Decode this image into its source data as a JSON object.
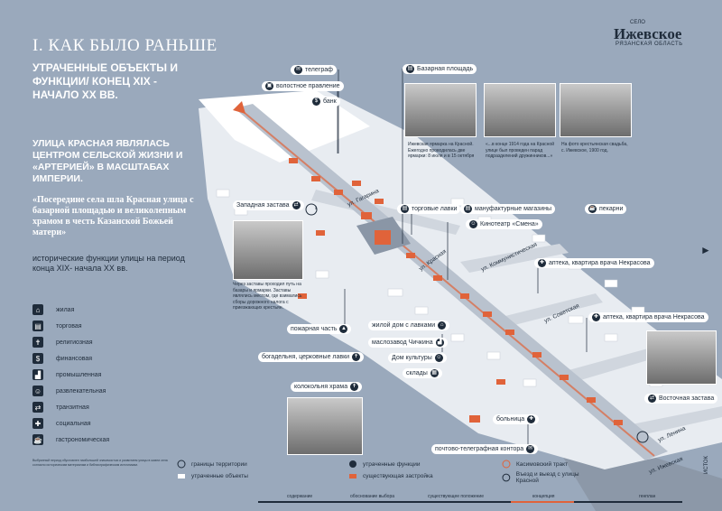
{
  "logo": {
    "small": "СЕЛО",
    "name": "Ижевское",
    "region": "РЯЗАНСКАЯ ОБЛАСТЬ"
  },
  "title": "I. КАК БЫЛО РАНЬШЕ",
  "subtitle": "УТРАЧЕННЫЕ ОБЪЕКТЫ И ФУНКЦИИ/ КОНЕЦ XIX - НАЧАЛО XX ВВ.",
  "intro": "УЛИЦА КРАСНАЯ ЯВЛЯЛАСЬ ЦЕНТРОМ СЕЛЬСКОЙ ЖИЗНИ И «АРТЕРИЕЙ» В МАСШТАБАХ ИМПЕРИИ.",
  "quote": "«Посередине села шла Красная улица с базарной площадью и великолепным храмом в честь Казанской Божьей матери»",
  "historic": "исторические функции улицы на период конца XIX- начала XX вв.",
  "legend": [
    "жилая",
    "торговая",
    "религиозная",
    "финансовая",
    "промышленная",
    "развлекательная",
    "транзитная",
    "социальная",
    "гастрономическая"
  ],
  "fineprint": "Выбранный период обусловлен наибольшей значимостью и развитием улицы в жизни села согласно историческим материалам и библиографическим источникам.",
  "labels": {
    "telegraph": "телеграф",
    "volost": "волостное правление",
    "bank": "банк",
    "bazaar": "Базарная площадь",
    "west_gate": "Западная застава",
    "trade": "торговые лавки",
    "manufact": "мануфактурные магазины",
    "bakery": "пекарни",
    "cinema": "Кинотеатр «Смена»",
    "pharmacy1": "аптека, квартира врача Некрасова",
    "pharmacy2": "аптека, квартира врача Некрасова",
    "fire": "пожарная часть",
    "living_shop": "жилой дом с лавками",
    "oil": "маслозавод Чичкина",
    "culture": "Дом культуры",
    "warehouse": "склады",
    "almshouse": "богадельня, церковные лавки",
    "belltower": "колокольня храма",
    "east_gate": "Восточная застава",
    "hospital": "больница",
    "post": "почтово-телеграфная контора"
  },
  "captions": {
    "c1": "Ижевская ярмарка на Красной. Ежегодно проводилась две ярмарки: 8 июля и в 15 октября",
    "c2": "«...в конце 1914 года на Красной улице был проведен парад подразделений дружинников...»",
    "c3": "На фото крестьянская свадьба, с. Ижевское, 1900 год.",
    "c4": "Через заставы проходил путь на базары и ярмарки. Заставы являлись местом, где взимались сборы дорожного налога с приезжающих крестьян."
  },
  "streets": {
    "krasnaya": "ул. Красная",
    "gorkogo": "ул. Гагарина",
    "kommunisticheskaya": "ул. Коммунистическая",
    "sovetskaya": "ул. Советская",
    "lenina": "ул. Ленина",
    "izhevskaya": "ул. Ижевская"
  },
  "bottom_legend": {
    "boundary": "границы территории",
    "lost_obj": "утраченные объекты",
    "lost_func": "утраченные функции",
    "existing": "существующая застройка",
    "kasimov": "Касимовский тракт",
    "exit": "Въезд и выезд с улицы Красной"
  },
  "nav": [
    "содержание",
    "обоснование выбора",
    "существующее положение",
    "концепция",
    "",
    "генплан"
  ],
  "side_text": "ИСТОК",
  "colors": {
    "bg": "#9aa9bc",
    "dark": "#1f2c3b",
    "accent": "#e0633a",
    "road": "#8a96a6"
  }
}
